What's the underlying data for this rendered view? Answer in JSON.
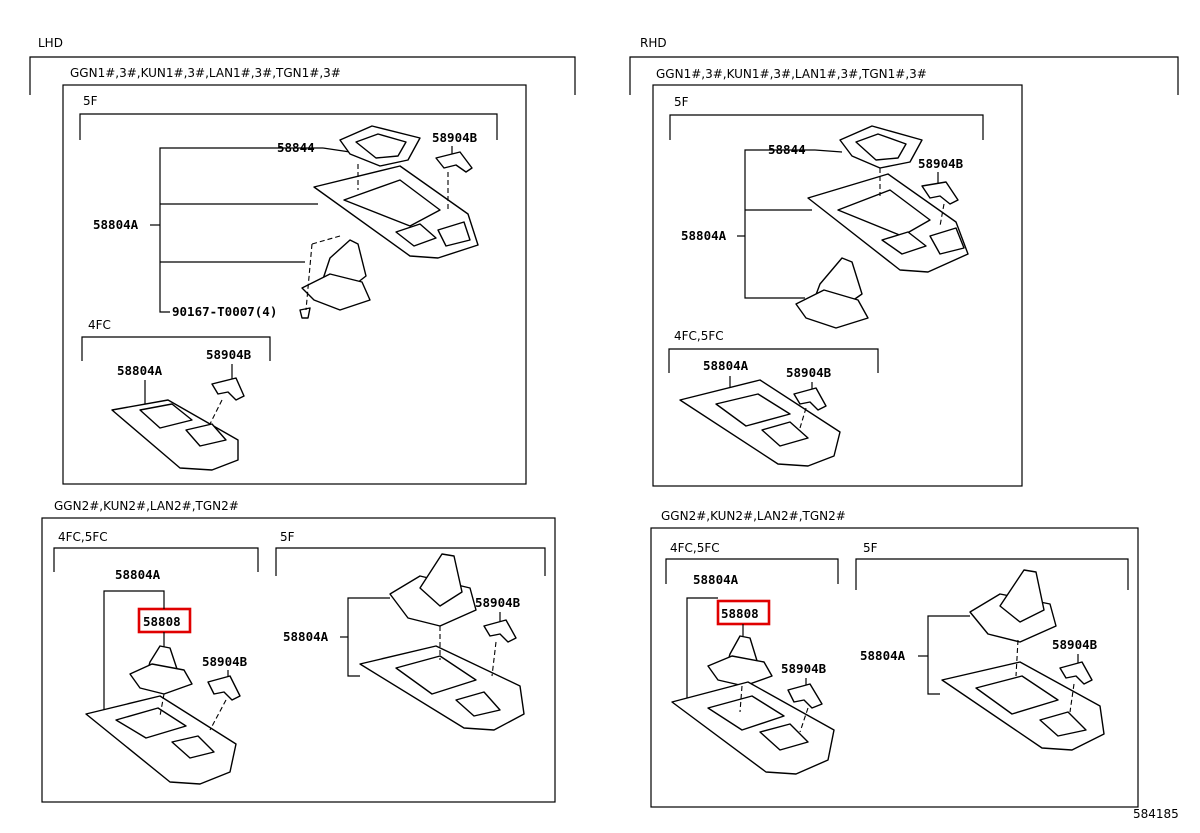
{
  "diagram_id": "584185",
  "groups": {
    "lhd": "LHD",
    "rhd": "RHD"
  },
  "models": {
    "gen1": "GGN1#,3#,KUN1#,3#,LAN1#,3#,TGN1#,3#",
    "gen2": "GGN2#,KUN2#,LAN2#,TGN2#"
  },
  "variants": {
    "v5f": "5F",
    "v4fc": "4FC",
    "v4fc5fc": "4FC,5FC"
  },
  "parts": {
    "console": "58804A",
    "bezel": "58844",
    "bracket": "58904B",
    "screw": "90167-T0007(4)",
    "shift_boot": "58808"
  },
  "colors": {
    "highlight": "#e00000",
    "line": "#000000"
  }
}
